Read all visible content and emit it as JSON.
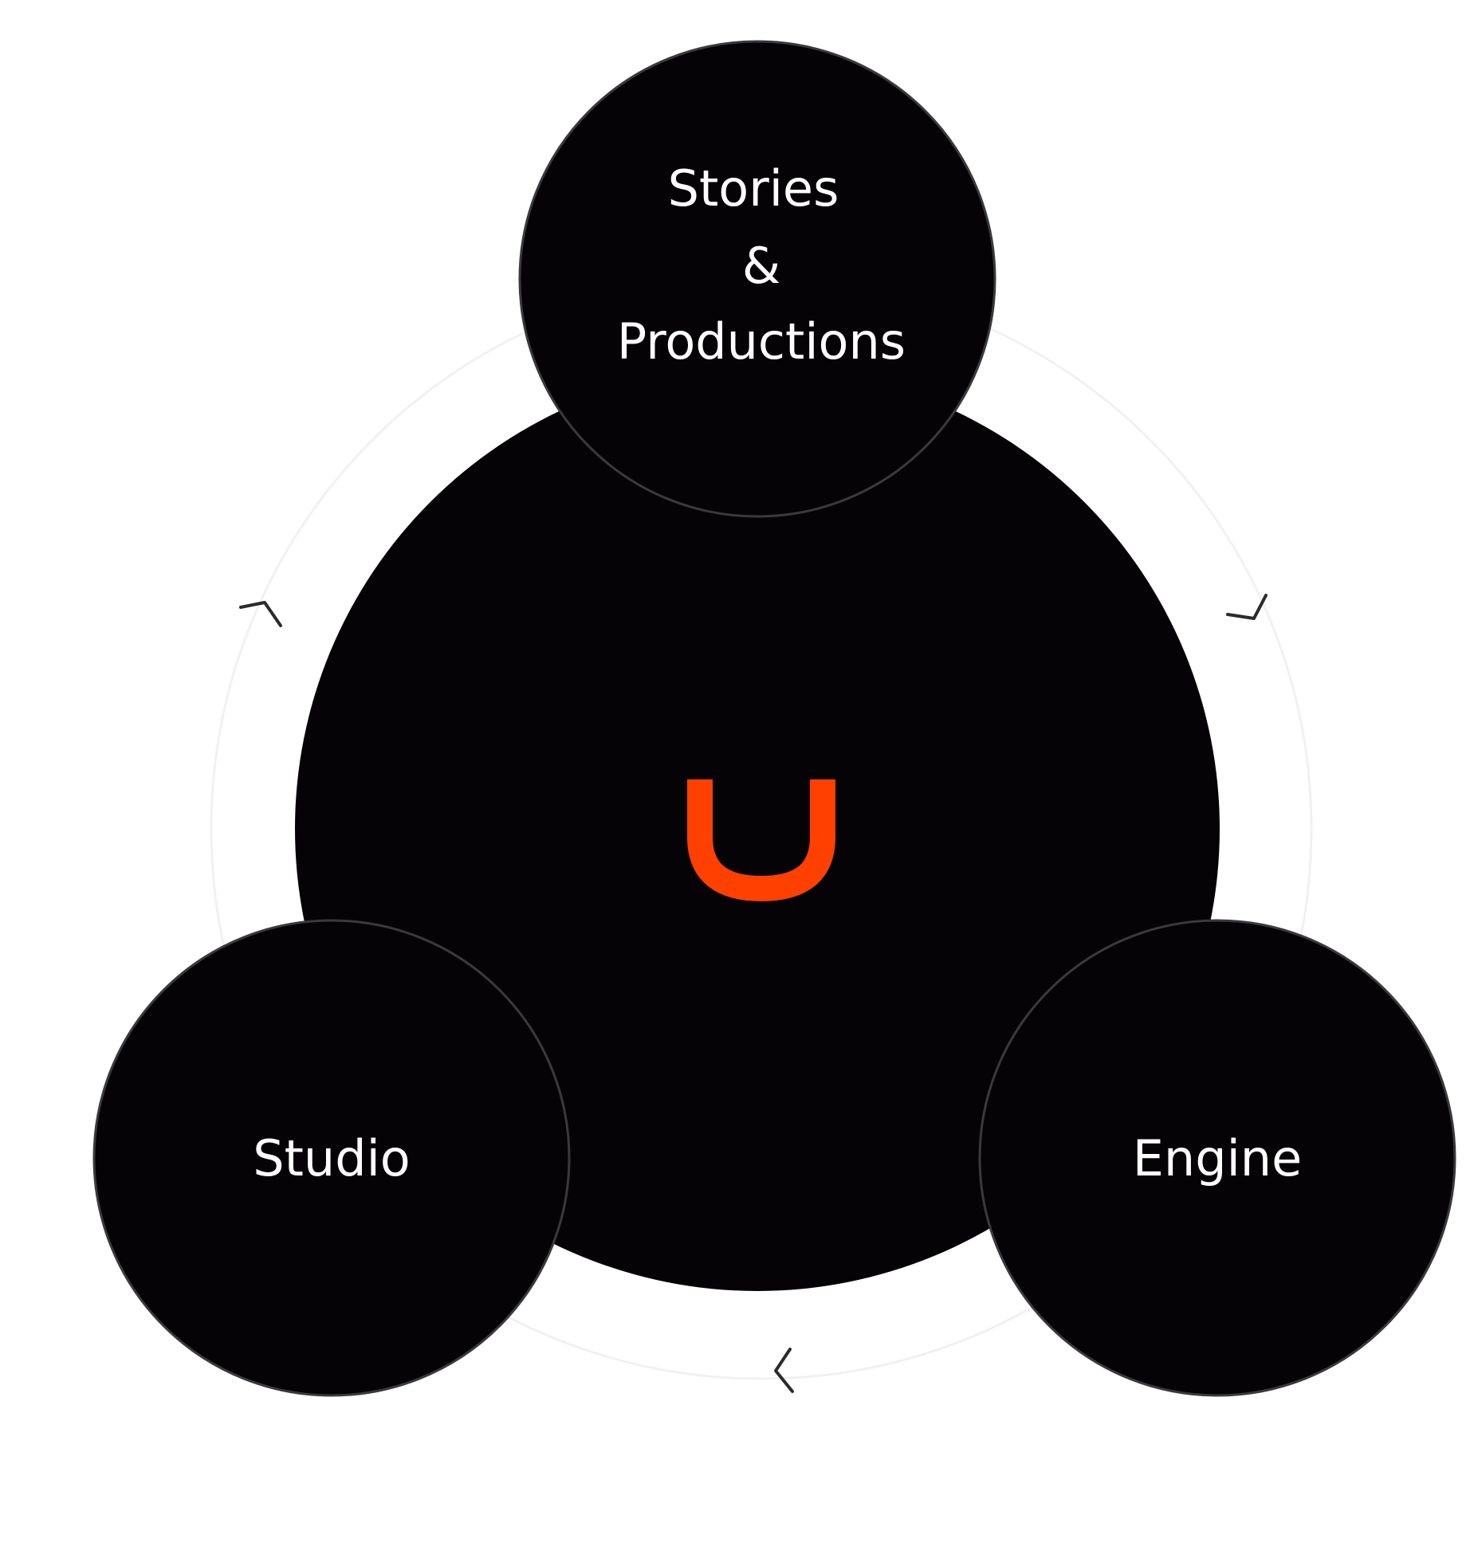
{
  "colors": {
    "background": "#ffffff",
    "circle_fill": "#050305",
    "circle_stroke": "#3a393c",
    "logo_accent": "#ff4000",
    "arrow": "#2b2b2b",
    "ring": "#f1f1f1"
  },
  "center": {
    "logo_icon": "u-logo-icon"
  },
  "nodes": {
    "top": {
      "line1": "Stories",
      "line2": "&",
      "line3": "Productions"
    },
    "left": {
      "label": "Studio"
    },
    "right": {
      "label": "Engine"
    }
  },
  "arrows": [
    "chevron-icon",
    "chevron-icon",
    "chevron-icon"
  ]
}
